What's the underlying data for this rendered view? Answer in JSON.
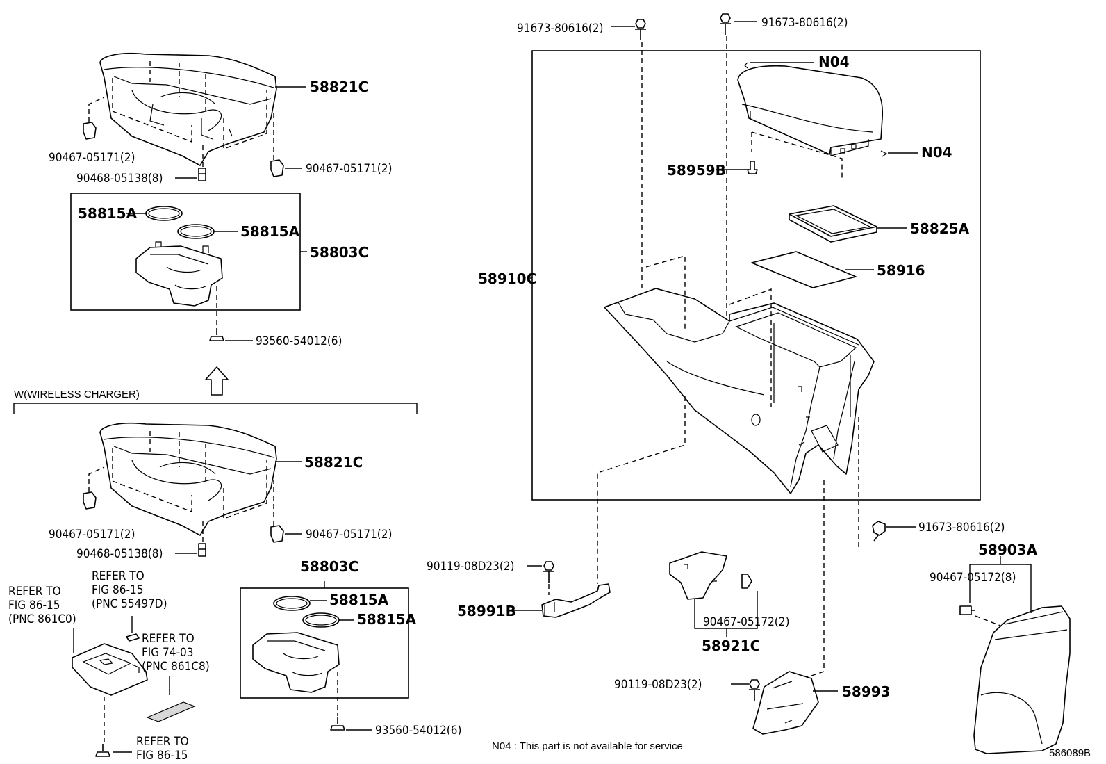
{
  "diagram_id": "586089B",
  "note": "N04 : This part is not available for service",
  "group_label": "W(WIRELESS CHARGER)",
  "labels": {
    "top_bolt_left": "91673-80616(2)",
    "top_bolt_right": "91673-80616(2)",
    "n04_top": "N04",
    "n04_mid": "N04",
    "armrest_screw": "58959B",
    "tray": "58825A",
    "mat": "58916",
    "console_box": "58910C",
    "side_bolt": "91673-80616(2)",
    "rear_cover": "58903A",
    "rear_clip": "90467-05172(8)",
    "bracket_bolt": "90119-08D23(2)",
    "bracket": "58991B",
    "front_panel_clip": "90467-05172(2)",
    "front_panel": "58921C",
    "lower_bolt": "90119-08D23(2)",
    "lower_bracket": "58993",
    "upper_panel_top": "58821C",
    "clip_left_top": "90467-05171(2)",
    "clip_right_top": "90467-05171(2)",
    "clip_small_top": "90468-05138(8)",
    "ring_a_top": "58815A",
    "ring_b_top": "58815A",
    "holder_top": "58803C",
    "screw_top": "93560-54012(6)",
    "upper_panel_bottom": "58821C",
    "clip_left_bottom": "90467-05171(2)",
    "clip_right_bottom": "90467-05171(2)",
    "clip_small_bottom": "90468-05138(8)",
    "holder_bottom": "58803C",
    "ring_a_bottom": "58815A",
    "ring_b_bottom": "58815A",
    "screw_bottom": "93560-54012(6)",
    "refer_1": [
      "REFER TO",
      "FIG 86-15",
      "(PNC 861C0)"
    ],
    "refer_2": [
      "REFER TO",
      "FIG 86-15",
      "(PNC 55497D)"
    ],
    "refer_3": [
      "REFER TO",
      "FIG 74-03",
      "(PNC 861C8)"
    ],
    "refer_4": [
      "REFER TO",
      "FIG 86-15"
    ]
  }
}
